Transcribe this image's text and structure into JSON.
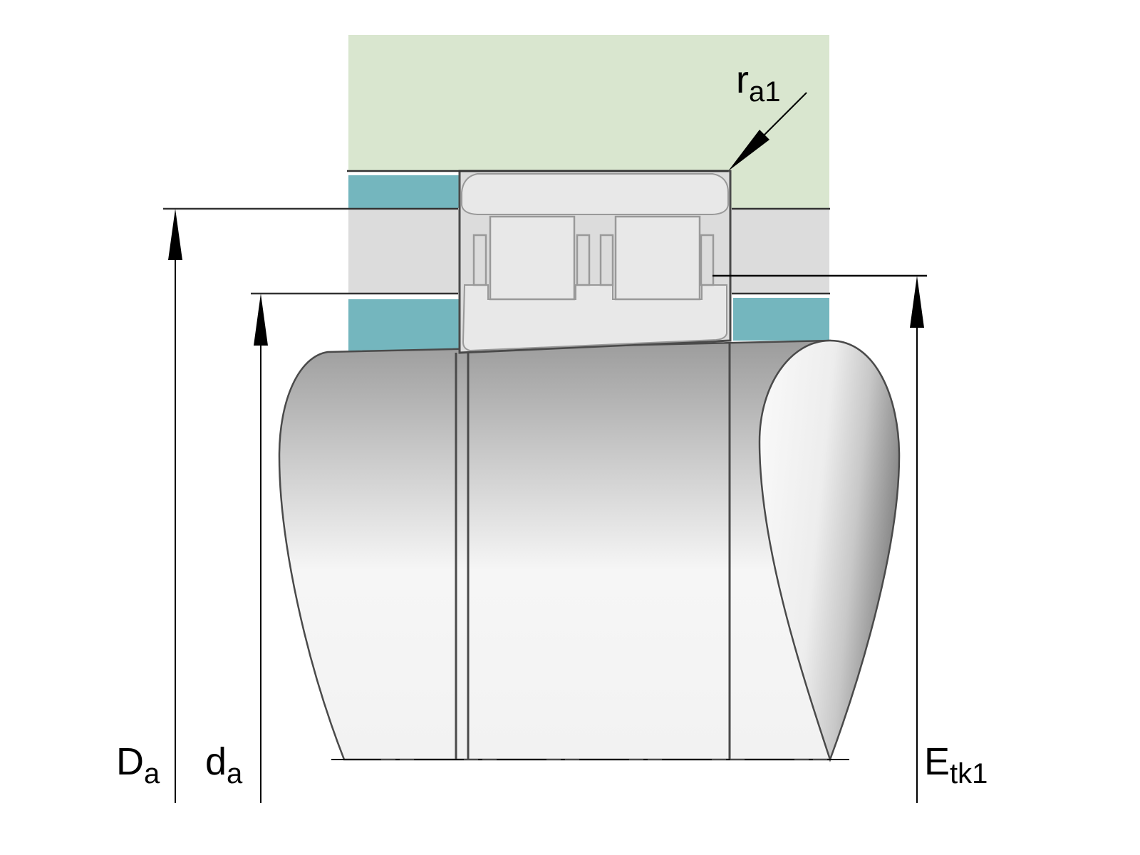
{
  "labels": {
    "Da": {
      "base": "D",
      "sub": "a"
    },
    "da": {
      "base": "d",
      "sub": "a"
    },
    "Etk1": {
      "base": "E",
      "sub": "tk1"
    },
    "ra1": {
      "base": "r",
      "sub": "a1"
    }
  },
  "colors": {
    "housing": "#d9e6cf",
    "spacer": "#74b6be",
    "ring": "#dcdcdc",
    "bearing": "#e8e8e8",
    "outline": "#4a4a4a"
  }
}
